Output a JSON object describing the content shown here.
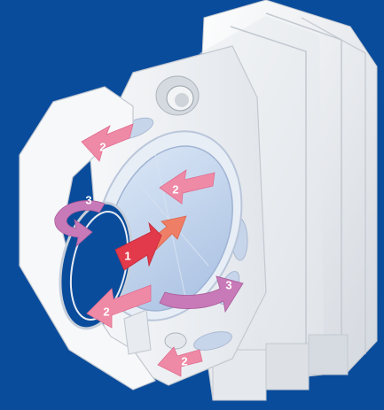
{
  "colors": {
    "background": "#0a4c9c",
    "housing": "#eef0f4",
    "housing_shade": "#d4d9e0",
    "filter_element": "#c4d6ee",
    "arrow_inflow": "#e23a4a",
    "arrow_through": "#ee7e66",
    "arrow_outflow": "#ef8aa6",
    "arrow_rotation": "#c87ab8"
  },
  "callouts": {
    "inflow": "1",
    "outflow": "2",
    "rotation": "3"
  },
  "icons": {
    "port": "port-fitting-icon"
  }
}
